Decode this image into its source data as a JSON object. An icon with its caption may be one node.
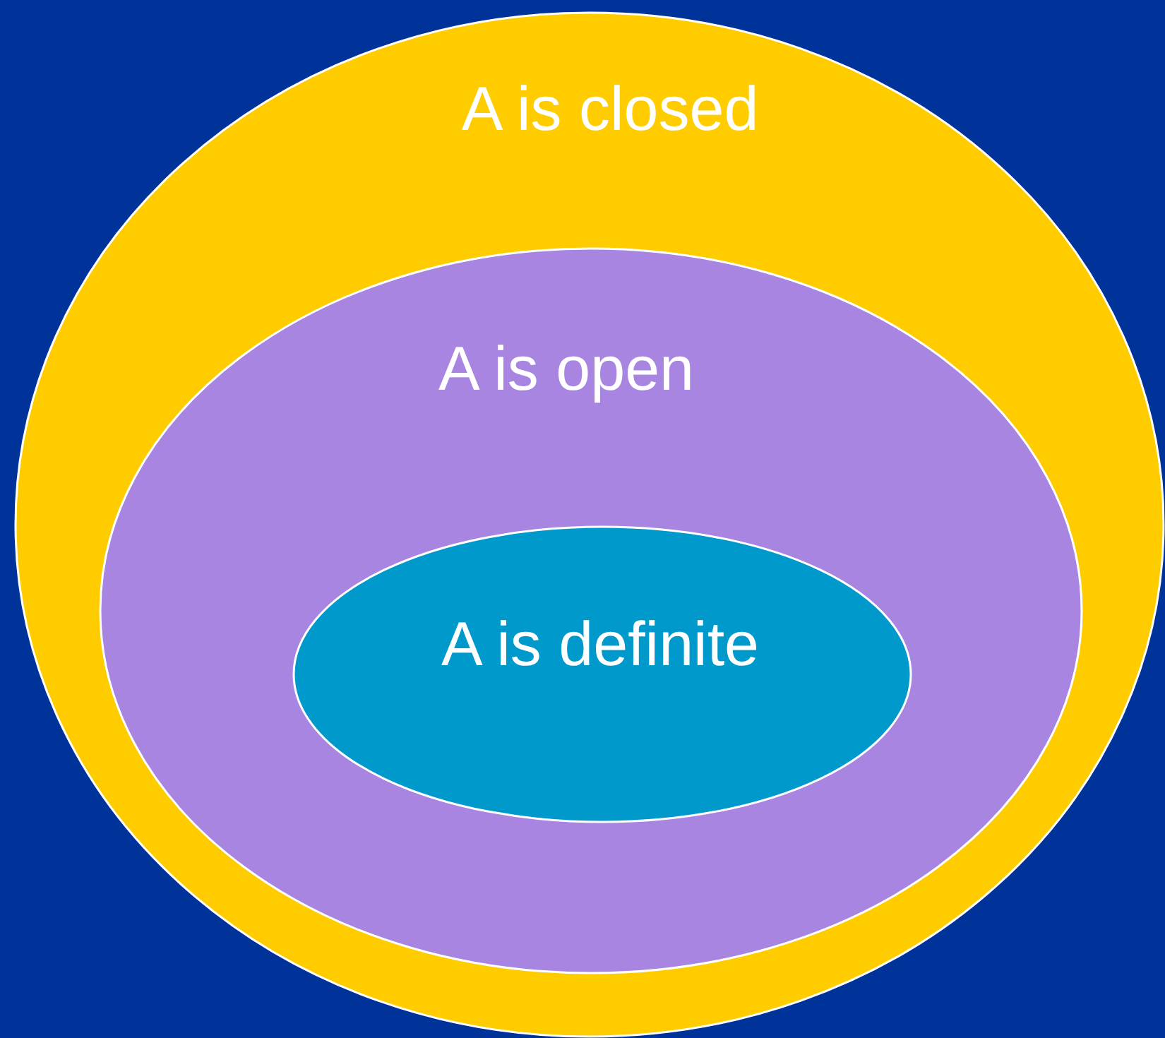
{
  "diagram": {
    "nodes": [
      {
        "text": [
          "A is closed"
        ]
      },
      {
        "text": [
          "A is open"
        ],
        "in": 0
      },
      {
        "text": [
          "A is definite"
        ],
        "in": 1
      }
    ]
  }
}
